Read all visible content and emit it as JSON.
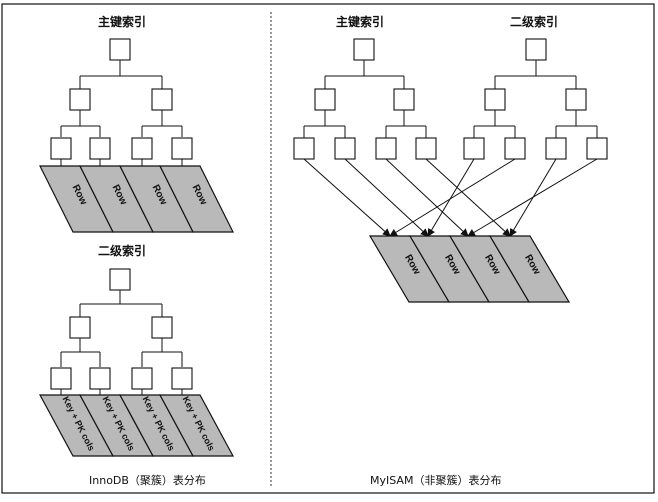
{
  "innodb": {
    "primary_title": "主键索引",
    "secondary_title": "二级索引",
    "caption": "InnoDB（聚簇）表分布",
    "primary_cells": [
      "Row",
      "Row",
      "Row",
      "Row"
    ],
    "secondary_cells": [
      "Key + PK cols",
      "Key + PK cols",
      "Key + PK cols",
      "Key + PK cols"
    ]
  },
  "myisam": {
    "primary_title": "主键索引",
    "secondary_title": "二级索引",
    "caption": "MyISAM（非聚簇）表分布",
    "cells": [
      "Row",
      "Row",
      "Row",
      "Row"
    ]
  },
  "colors": {
    "cell_fill": "#b9b9b9",
    "line": "#111111"
  }
}
